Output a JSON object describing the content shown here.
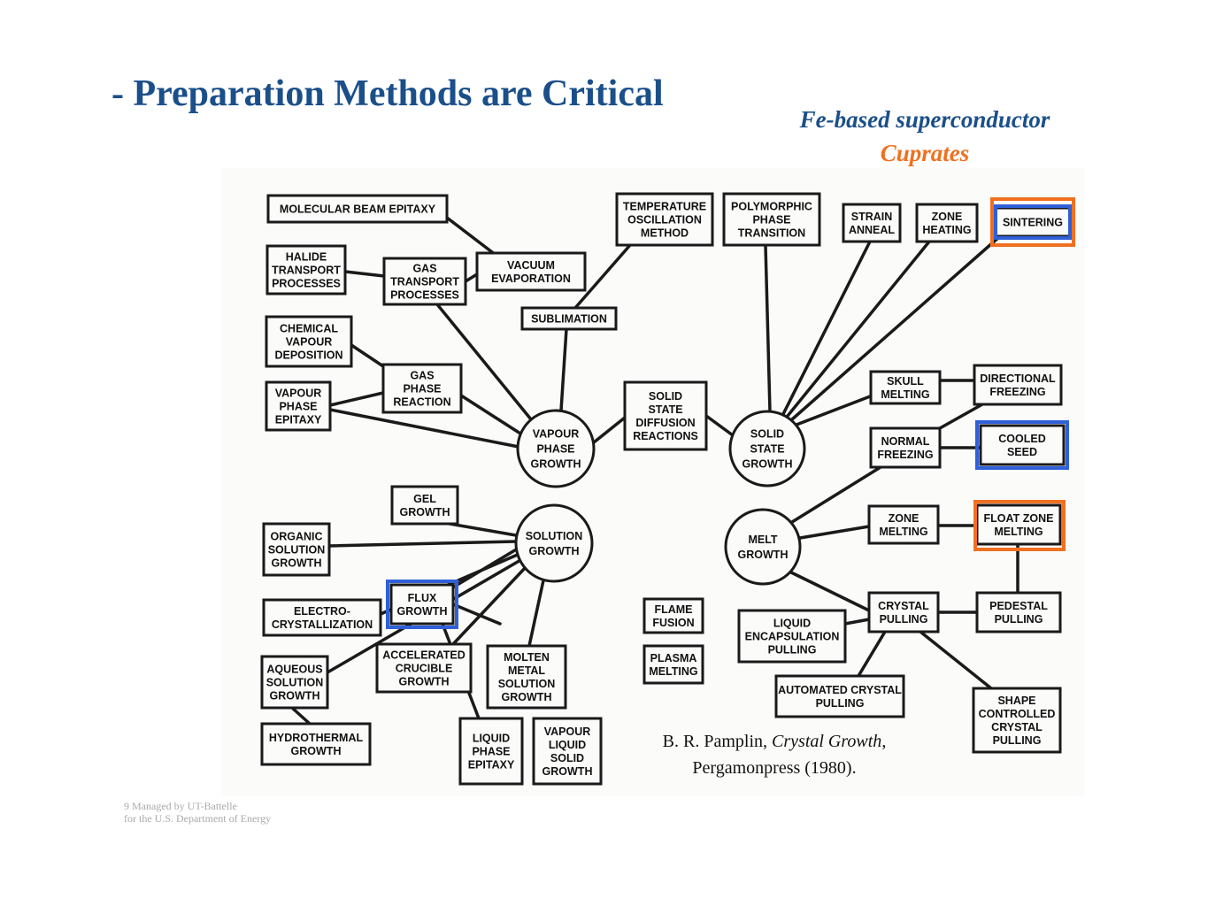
{
  "title": "- Preparation Methods are Critical",
  "legend": {
    "fe_label": "Fe-based superconductor",
    "fe_color": "#3060d8",
    "cuprate_label": "Cuprates",
    "cuprate_color": "#f07020"
  },
  "hubs": {
    "vapour": [
      "VAPOUR",
      "PHASE",
      "GROWTH"
    ],
    "solid": [
      "SOLID",
      "STATE",
      "GROWTH"
    ],
    "solution": [
      "SOLUTION",
      "GROWTH"
    ],
    "melt": [
      "MELT",
      "GROWTH"
    ]
  },
  "boxes": {
    "mbe": [
      "MOLECULAR BEAM EPITAXY"
    ],
    "temp_osc": [
      "TEMPERATURE",
      "OSCILLATION",
      "METHOD"
    ],
    "polymorphic": [
      "POLYMORPHIC",
      "PHASE",
      "TRANSITION"
    ],
    "strain": [
      "STRAIN",
      "ANNEAL"
    ],
    "zone_heating": [
      "ZONE",
      "HEATING"
    ],
    "sintering": [
      "SINTERING"
    ],
    "halide": [
      "HALIDE",
      "TRANSPORT",
      "PROCESSES"
    ],
    "gas_transport": [
      "GAS",
      "TRANSPORT",
      "PROCESSES"
    ],
    "vacuum": [
      "VACUUM",
      "EVAPORATION"
    ],
    "sublimation": [
      "SUBLIMATION"
    ],
    "cvd": [
      "CHEMICAL",
      "VAPOUR",
      "DEPOSITION"
    ],
    "gas_phase": [
      "GAS",
      "PHASE",
      "REACTION"
    ],
    "vpe": [
      "VAPOUR",
      "PHASE",
      "EPITAXY"
    ],
    "ssdr": [
      "SOLID",
      "STATE",
      "DIFFUSION",
      "REACTIONS"
    ],
    "skull": [
      "SKULL",
      "MELTING"
    ],
    "directional": [
      "DIRECTIONAL",
      "FREEZING"
    ],
    "normal": [
      "NORMAL",
      "FREEZING"
    ],
    "cooled_seed": [
      "COOLED",
      "SEED"
    ],
    "gel": [
      "GEL",
      "GROWTH"
    ],
    "organic": [
      "ORGANIC",
      "SOLUTION",
      "GROWTH"
    ],
    "zone_melting": [
      "ZONE",
      "MELTING"
    ],
    "float_zone": [
      "FLOAT ZONE",
      "MELTING"
    ],
    "flux": [
      "FLUX",
      "GROWTH"
    ],
    "electro": [
      "ELECTRO-",
      "CRYSTALLIZATION"
    ],
    "flame": [
      "FLAME",
      "FUSION"
    ],
    "crystal_pulling": [
      "CRYSTAL",
      "PULLING"
    ],
    "pedestal": [
      "PEDESTAL",
      "PULLING"
    ],
    "liquid_encap": [
      "LIQUID",
      "ENCAPSULATION",
      "PULLING"
    ],
    "accelerated": [
      "ACCELERATED",
      "CRUCIBLE",
      "GROWTH"
    ],
    "molten": [
      "MOLTEN",
      "METAL",
      "SOLUTION",
      "GROWTH"
    ],
    "aqueous": [
      "AQUEOUS",
      "SOLUTION",
      "GROWTH"
    ],
    "plasma": [
      "PLASMA",
      "MELTING"
    ],
    "automated": [
      "AUTOMATED CRYSTAL",
      "PULLING"
    ],
    "shape": [
      "SHAPE",
      "CONTROLLED",
      "CRYSTAL",
      "PULLING"
    ],
    "hydrothermal": [
      "HYDROTHERMAL",
      "GROWTH"
    ],
    "lpe": [
      "LIQUID",
      "PHASE",
      "EPITAXY"
    ],
    "vls": [
      "VAPOUR",
      "LIQUID",
      "SOLID",
      "GROWTH"
    ]
  },
  "citation": {
    "author": "B. R. Pamplin, ",
    "work": "Crystal Growth",
    "sep": ",",
    "publisher": "Pergamonpress (1980)."
  },
  "footer": {
    "line1": "9  Managed by UT-Battelle",
    "line2": "for the U.S. Department of Energy"
  }
}
